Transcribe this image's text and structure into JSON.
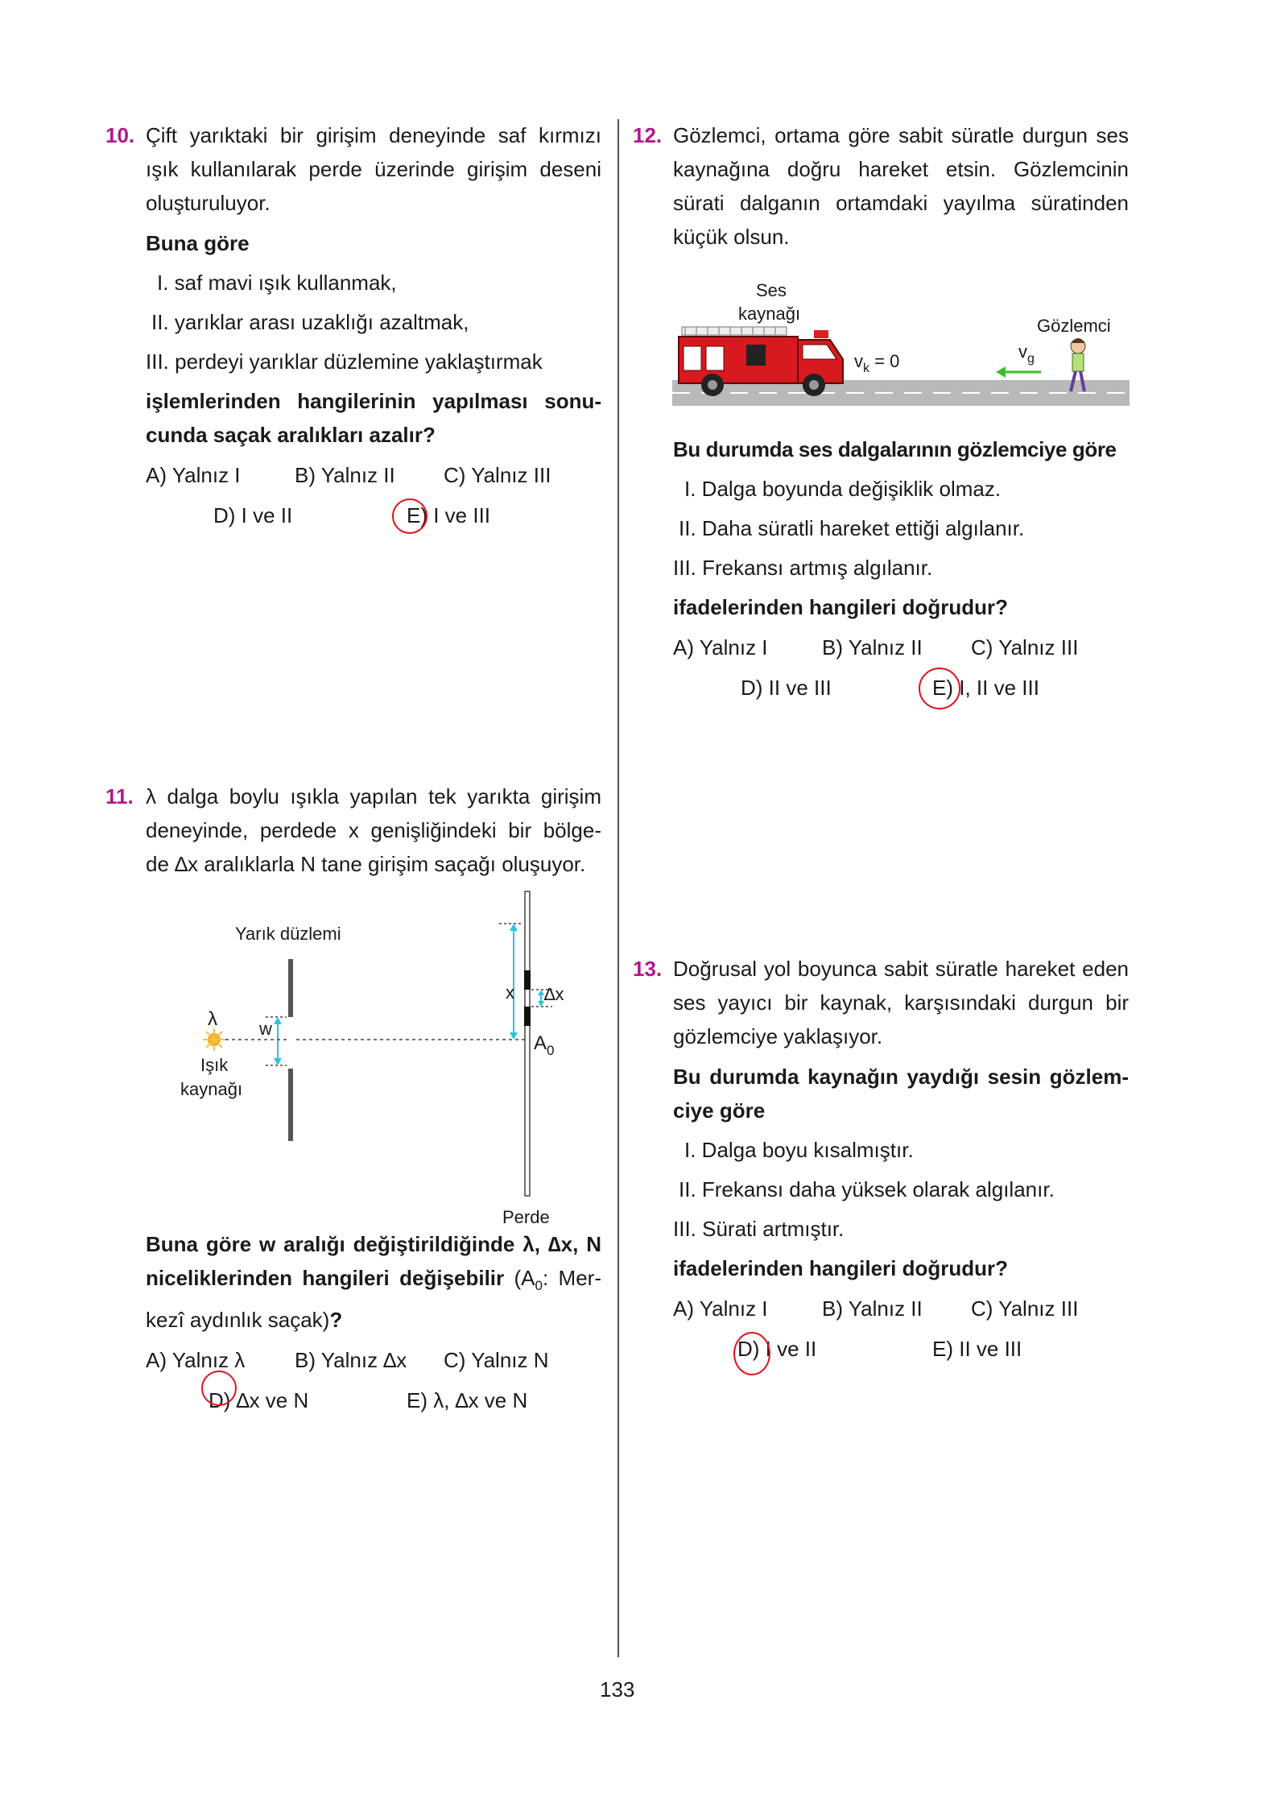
{
  "page_number": "133",
  "q10": {
    "number": "10.",
    "stem": [
      "Çift yarıktaki bir girişim deneyinde saf kırmızı",
      "ışık kullanılarak perde üzerinde girişim deseni",
      "oluşturuluyor."
    ],
    "lead": "Buna göre",
    "items": [
      "I. saf mavi ışık kullanmak,",
      "II. yarıklar arası uzaklığı azaltmak,",
      "III. perdeyi yarıklar düzlemine yaklaştırmak"
    ],
    "question": [
      "işlemlerinden hangilerinin  yapılması sonu-",
      "cunda saçak aralıkları azalır?"
    ],
    "options": [
      "A) Yalnız I",
      "B) Yalnız II",
      "C) Yalnız III",
      "D) I ve II",
      "E) I ve III"
    ],
    "marked": "E"
  },
  "q11": {
    "number": "11.",
    "stem": [
      "λ dalga boylu ışıkla yapılan tek yarıkta girişim",
      "deneyinde, perdede x genişliğindeki bir bölge-",
      "de ∆x aralıklarla N tane girişim saçağı oluşuyor."
    ],
    "figure": {
      "slit_plane": "Yarık düzlemi",
      "lambda": "λ",
      "w": "w",
      "source": [
        "Işık",
        "kaynağı"
      ],
      "x": "x",
      "dx": "∆x",
      "a0": "A",
      "a0_sub": "0",
      "screen": "Perde"
    },
    "question_a": "Buna göre w aralığı değiştirildiğinde λ, ∆x, N",
    "question_b": "niceliklerinden hangileri değişebilir",
    "question_c": "(A",
    "question_c_sub": "0",
    "question_d": ": Mer-",
    "question_e": "kezî aydınlık saçak)",
    "question_f": "?",
    "options": [
      "A) Yalnız λ",
      "B) Yalnız ∆x",
      "C) Yalnız N",
      "D) ∆x ve N",
      "E) λ, ∆x ve N"
    ],
    "marked": "D"
  },
  "q12": {
    "number": "12.",
    "stem": [
      "Gözlemci, ortama göre sabit süratle durgun ses",
      "kaynağına doğru hareket etsin. Gözlemcinin",
      "sürati dalganın ortamdaki yayılma süratinden",
      "küçük olsun."
    ],
    "figure": {
      "source": [
        "Ses",
        "kaynağı"
      ],
      "observer": "Gözlemci",
      "vk": "v",
      "vk_sub": "k",
      "vk_val": " = 0",
      "vg": "v",
      "vg_sub": "g"
    },
    "lead": "Bu durumda ses dalgalarının gözlemciye göre",
    "items": [
      "I. Dalga boyunda değişiklik olmaz.",
      "II. Daha süratli hareket ettiği algılanır.",
      "III. Frekansı artmış algılanır."
    ],
    "question": "ifadelerinden hangileri doğrudur?",
    "options": [
      "A) Yalnız I",
      "B) Yalnız II",
      "C) Yalnız III",
      "D) II ve III",
      "E) I, II ve III"
    ],
    "marked": "E"
  },
  "q13": {
    "number": "13.",
    "stem": [
      "Doğrusal yol boyunca sabit süratle hareket eden",
      "ses yayıcı bir kaynak, karşısındaki durgun bir",
      "gözlemciye yaklaşıyor."
    ],
    "lead": [
      "Bu durumda kaynağın yaydığı sesin gözlem-",
      "ciye göre"
    ],
    "items": [
      "I. Dalga boyu kısalmıştır.",
      "II. Frekansı daha yüksek olarak algılanır.",
      "III. Sürati artmıştır."
    ],
    "question": "ifadelerinden hangileri doğrudur?",
    "options": [
      "A) Yalnız I",
      "B) Yalnız II",
      "C) Yalnız III",
      "D) I ve II",
      "E) II ve III"
    ],
    "marked": "D"
  },
  "colors": {
    "question_number": "#b0188c",
    "answer_mark": "#e1121b",
    "measure_arrow": "#29c4e0",
    "velocity_arrow": "#3bbf2e",
    "road": "#b9b9b9"
  }
}
